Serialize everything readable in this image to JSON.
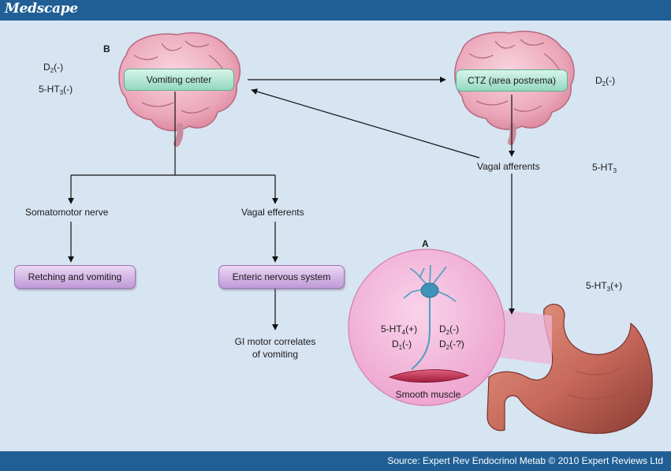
{
  "header": {
    "brand": "Medscape"
  },
  "footer": {
    "source": "Source: Expert Rev Endocrinol Metab © 2010 Expert Reviews Ltd"
  },
  "panel_labels": {
    "b": "B",
    "a": "A"
  },
  "boxes": {
    "vomiting_center": "Vomiting center",
    "ctz": "CTZ (area postrema)",
    "retching": "Retching and vomiting",
    "enteric": "Enteric nervous system"
  },
  "labels": {
    "somatomotor": "Somatomotor nerve",
    "vagal_efferents": "Vagal efferents",
    "vagal_afferents": "Vagal afferents",
    "gi_motor_line1": "GI motor correlates",
    "gi_motor_line2": "of vomiting",
    "smooth_muscle": "Smooth muscle"
  },
  "receptors": {
    "vc_d2": {
      "base": "D",
      "sub": "2",
      "suffix": "(-)"
    },
    "vc_5ht3": {
      "base": "5-HT",
      "sub": "3",
      "suffix": "(-)"
    },
    "ctz_d2": {
      "base": "D",
      "sub": "2",
      "suffix": "(-)"
    },
    "vagal_5ht3": {
      "base": "5-HT",
      "sub": "3",
      "suffix": ""
    },
    "gut_5ht3": {
      "base": "5-HT",
      "sub": "3",
      "suffix": "(+)"
    },
    "enteric_5ht4": {
      "base": "5-HT",
      "sub": "4",
      "suffix": "(+)"
    },
    "enteric_d2": {
      "base": "D",
      "sub": "2",
      "suffix": "(-)"
    },
    "enteric_d1": {
      "base": "D",
      "sub": "1",
      "suffix": "(-)"
    },
    "enteric_d2q": {
      "base": "D",
      "sub": "2",
      "suffix": "(-?)"
    }
  },
  "colors": {
    "background": "#d7e4f1",
    "bar": "#1f5f95",
    "green_box": "#a5e0cb",
    "purple_box": "#cfaee2",
    "brain": "#f0b4c4",
    "circle": "#f2b8da",
    "stomach": "#c4685a"
  },
  "icons": [
    "brain-icon",
    "neuron-icon",
    "stomach-icon",
    "smooth-muscle-icon"
  ]
}
